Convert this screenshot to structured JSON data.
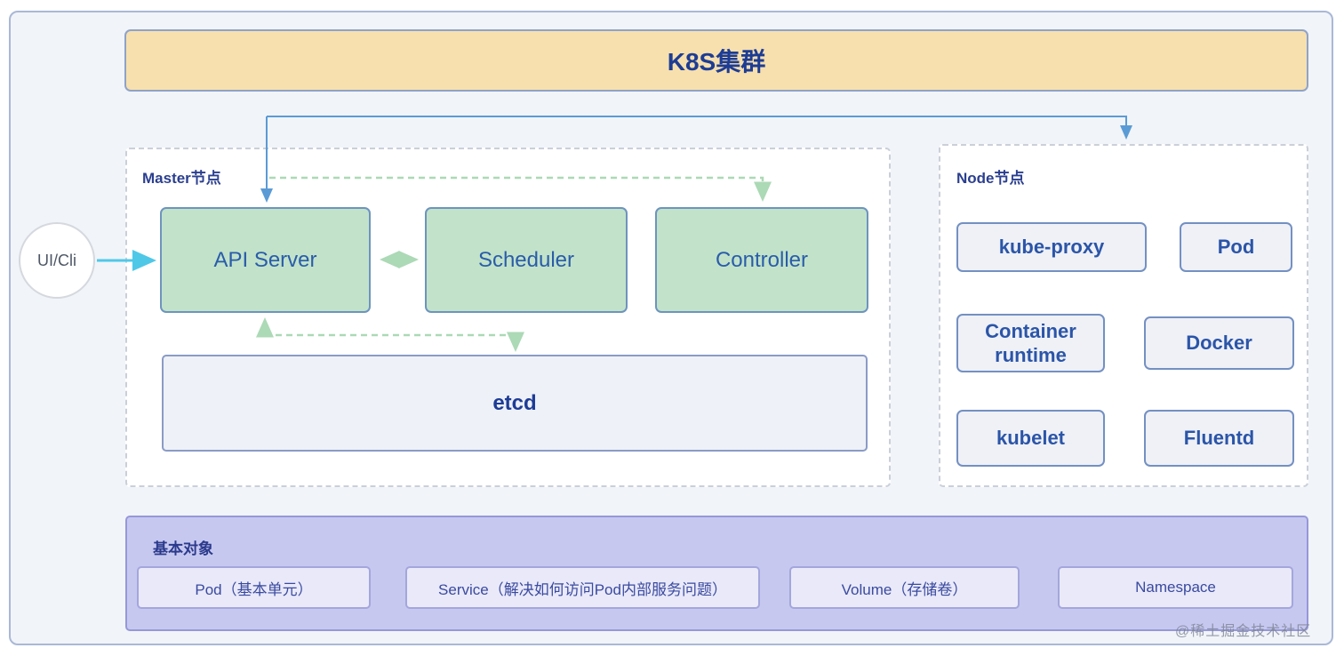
{
  "title": "K8S集群",
  "ui_cli": {
    "label": "UI/Cli"
  },
  "master": {
    "label": "Master节点",
    "components": {
      "api_server": "API Server",
      "scheduler": "Scheduler",
      "controller": "Controller",
      "etcd": "etcd"
    }
  },
  "node": {
    "label": "Node节点",
    "components": {
      "kube_proxy": "kube-proxy",
      "pod": "Pod",
      "container_runtime": "Container runtime",
      "docker": "Docker",
      "kubelet": "kubelet",
      "fluentd": "Fluentd"
    }
  },
  "basic_objects": {
    "label": "基本对象",
    "items": [
      "Pod（基本单元）",
      "Service（解决如何访问Pod内部服务问题）",
      "Volume（存储卷）",
      "Namespace"
    ]
  },
  "watermark": "@稀土掘金技术社区",
  "colors": {
    "banner_fill": "#F7E0AE",
    "banner_border": "#8FA3C8",
    "green_box_fill": "#C2E3CA",
    "green_box_border": "#6D94BF",
    "node_box_fill": "#EFF1F7",
    "node_box_border": "#7390C2",
    "basic_section_fill": "#C7C8F0",
    "basic_box_fill": "#E9E9F9",
    "blue_connector": "#5B9BD5",
    "cyan_connector": "#4FC8E8",
    "green_connector": "#ACD9B6",
    "title_text": "#1D3C94"
  }
}
